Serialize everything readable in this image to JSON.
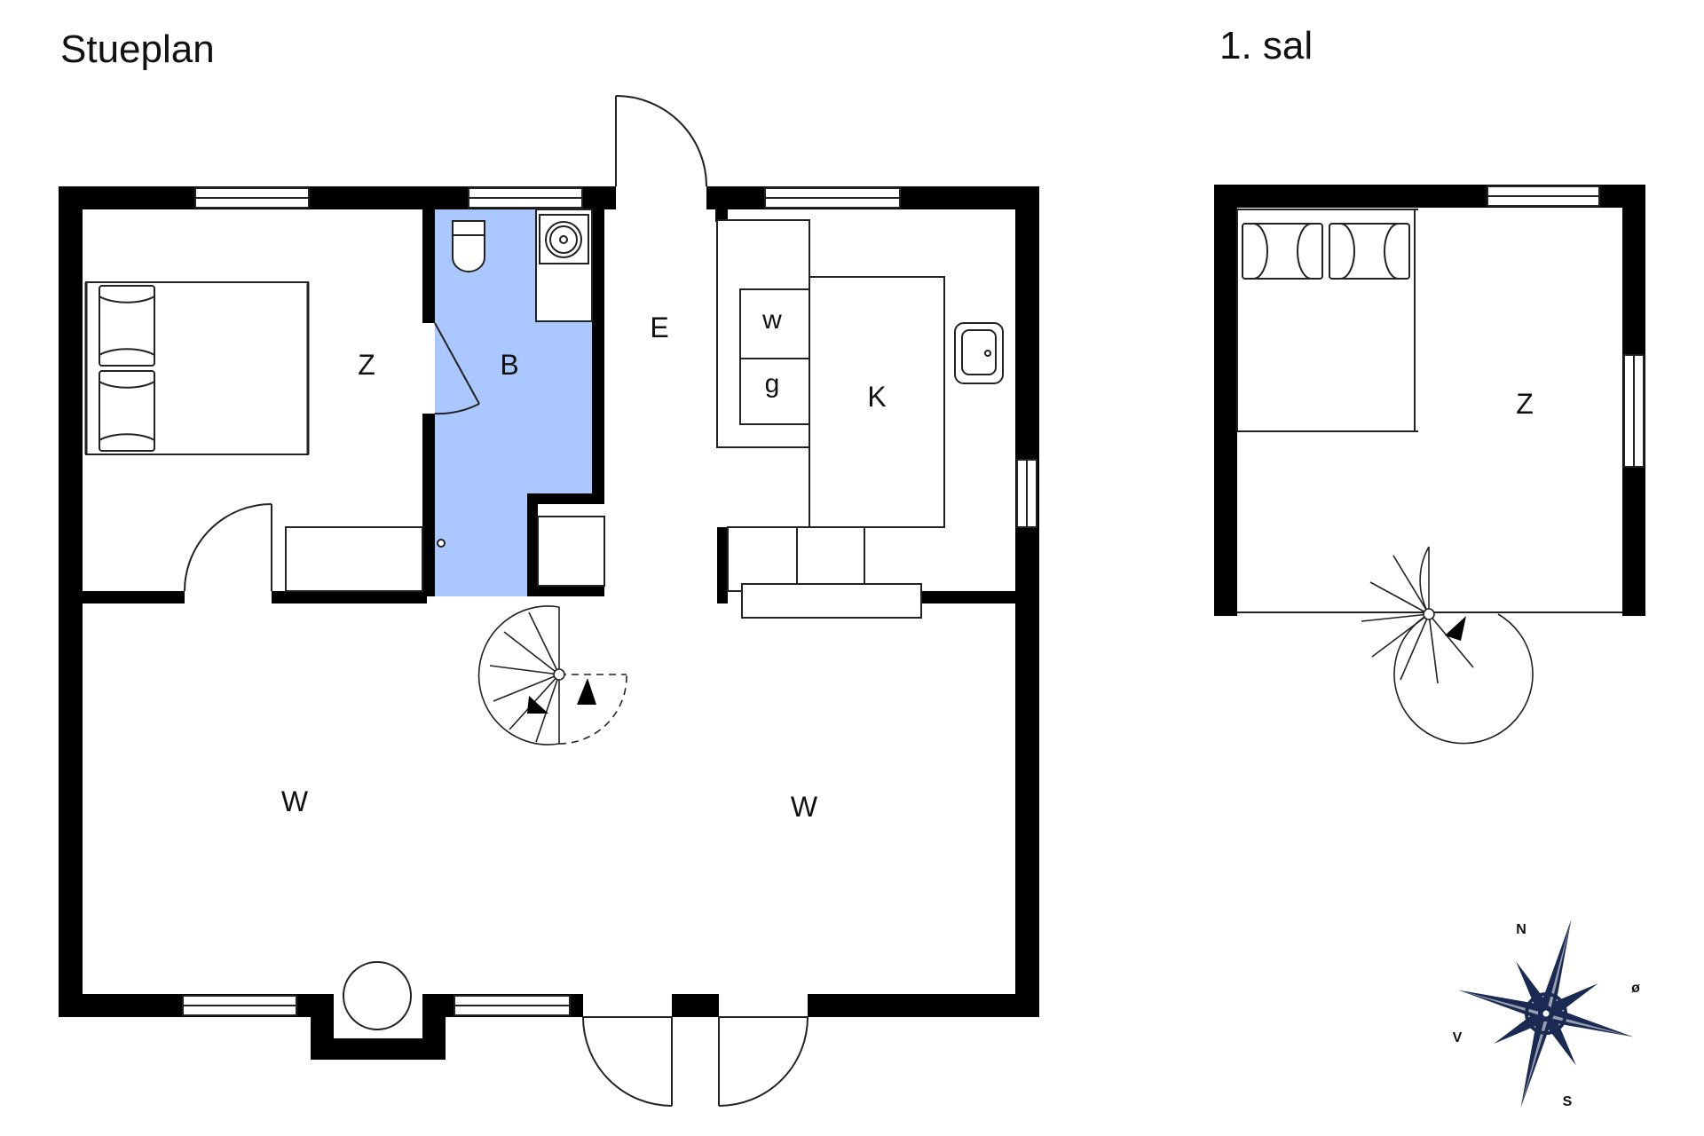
{
  "floors": {
    "ground": {
      "title": "Stueplan",
      "rooms": {
        "bedroom": "Z",
        "bath": "B",
        "entry": "E",
        "kitchen": "K",
        "washer": "w",
        "g_unit": "g",
        "living_left": "W",
        "living_right": "W"
      }
    },
    "upper": {
      "title": "1. sal",
      "rooms": {
        "bedroom": "Z"
      }
    }
  },
  "compass": {
    "n": "N",
    "e": "ø",
    "s": "S",
    "w": "V"
  },
  "colors": {
    "wall": "#000000",
    "bath_fill": "#aac8ff",
    "compass_blue": "#1b2a52",
    "line": "#222222"
  }
}
